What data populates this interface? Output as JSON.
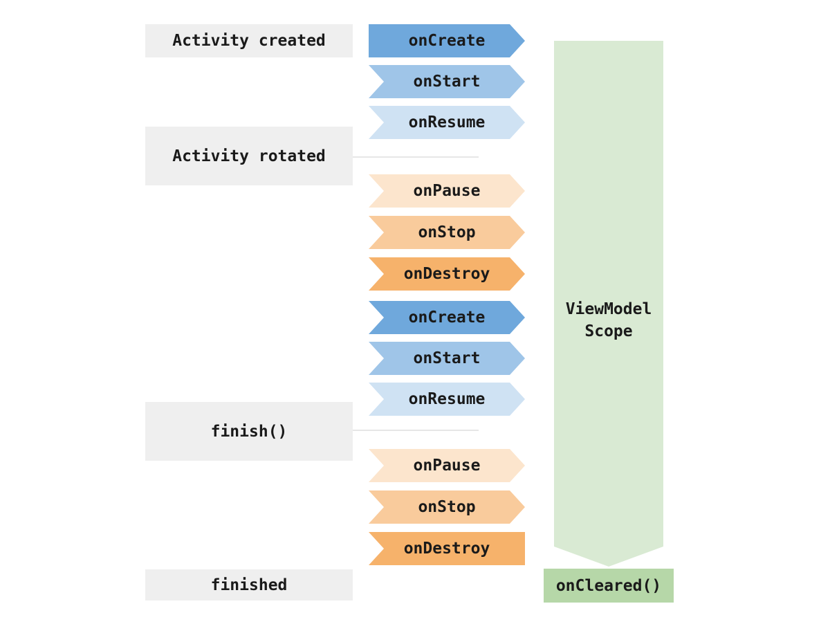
{
  "palette": {
    "blue_dark": "#6fa8dc",
    "blue_mid": "#9fc5e8",
    "blue_light": "#cfe2f3",
    "orange_light": "#fce5cd",
    "orange_mid": "#f9cb9c",
    "orange_dark": "#f6b26b",
    "green_scope": "#d9ead3",
    "green_cleared": "#b6d7a8",
    "gray_box": "#efefef",
    "connector_line": "#e6e6e6",
    "text": "#1a1a1a"
  },
  "left_labels": {
    "activity_created": "Activity created",
    "activity_rotated": "Activity rotated",
    "finish": "finish()",
    "finished": "finished"
  },
  "arrows": [
    {
      "label": "onCreate",
      "color": "#6fa8dc",
      "shape": "start"
    },
    {
      "label": "onStart",
      "color": "#9fc5e8",
      "shape": "mid"
    },
    {
      "label": "onResume",
      "color": "#cfe2f3",
      "shape": "mid"
    },
    {
      "label": "onPause",
      "color": "#fce5cd",
      "shape": "mid"
    },
    {
      "label": "onStop",
      "color": "#f9cb9c",
      "shape": "mid"
    },
    {
      "label": "onDestroy",
      "color": "#f6b26b",
      "shape": "mid"
    },
    {
      "label": "onCreate",
      "color": "#6fa8dc",
      "shape": "mid"
    },
    {
      "label": "onStart",
      "color": "#9fc5e8",
      "shape": "mid"
    },
    {
      "label": "onResume",
      "color": "#cfe2f3",
      "shape": "mid"
    },
    {
      "label": "onPause",
      "color": "#fce5cd",
      "shape": "mid"
    },
    {
      "label": "onStop",
      "color": "#f9cb9c",
      "shape": "mid"
    },
    {
      "label": "onDestroy",
      "color": "#f6b26b",
      "shape": "end"
    }
  ],
  "viewmodel_scope": {
    "label": "ViewModel\nScope",
    "color": "#d9ead3"
  },
  "oncleared": {
    "label": "onCleared()",
    "color": "#b6d7a8"
  }
}
